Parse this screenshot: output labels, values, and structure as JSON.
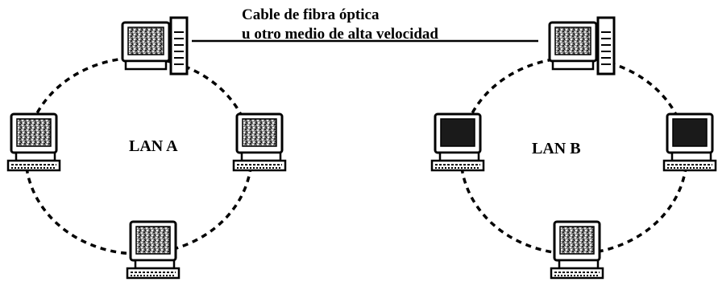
{
  "link": {
    "caption_line1": "Cable de fibra óptica",
    "caption_line2": "u otro medio de alta velocidad"
  },
  "networks": [
    {
      "label": "LAN A",
      "topology": "ring",
      "nodes": 4
    },
    {
      "label": "LAN B",
      "topology": "ring",
      "nodes": 4
    }
  ],
  "icons": {
    "server": "server-computer-icon",
    "workstation": "desktop-computer-icon"
  },
  "colors": {
    "line": "#000000",
    "screen_static": "#6a6a6a",
    "screen_dark": "#1a1a1a",
    "background": "#ffffff"
  }
}
